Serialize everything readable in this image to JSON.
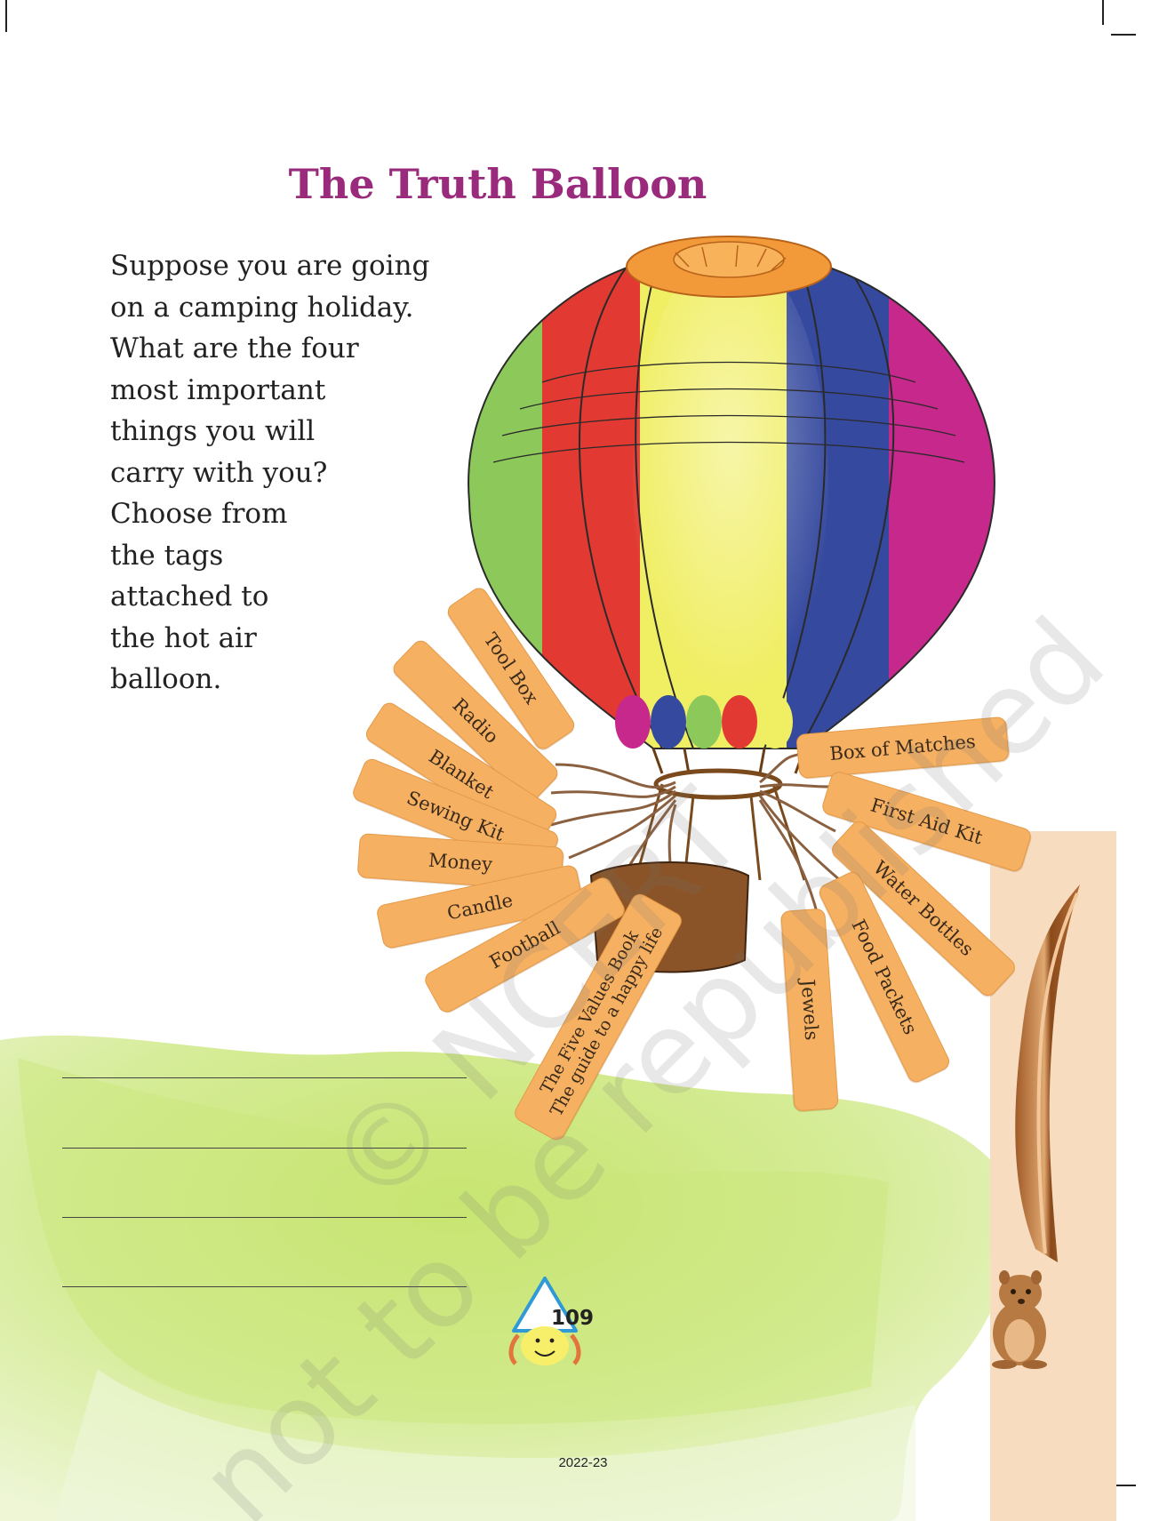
{
  "page": {
    "title": "The Truth Balloon",
    "intro_lines": [
      "Suppose you are going",
      "on a camping holiday.",
      "What are the four",
      "most important",
      "things you will",
      "carry with you?",
      "Choose from",
      "the tags",
      "attached to",
      "the hot air",
      "balloon."
    ],
    "page_number": "109",
    "year": "2022-23",
    "watermark": [
      "© NCERT",
      "not to be republished"
    ]
  },
  "tags": {
    "tool_box": "Tool Box",
    "radio": "Radio",
    "blanket": "Blanket",
    "sewing_kit": "Sewing Kit",
    "money": "Money",
    "candle": "Candle",
    "football": "Football",
    "five_values_book": {
      "line1": "The Five Values Book",
      "line2": "The guide to a happy life"
    },
    "box_of_matches": "Box of Matches",
    "first_aid_kit": "First Aid Kit",
    "water_bottles": "Water Bottles",
    "food_packets": "Food Packets",
    "jewels": "Jewels"
  },
  "colors": {
    "title": "#9a2a7c",
    "tag": "#f6b062",
    "meadow": "#c9e67a",
    "tree": "#f8dcc0"
  }
}
